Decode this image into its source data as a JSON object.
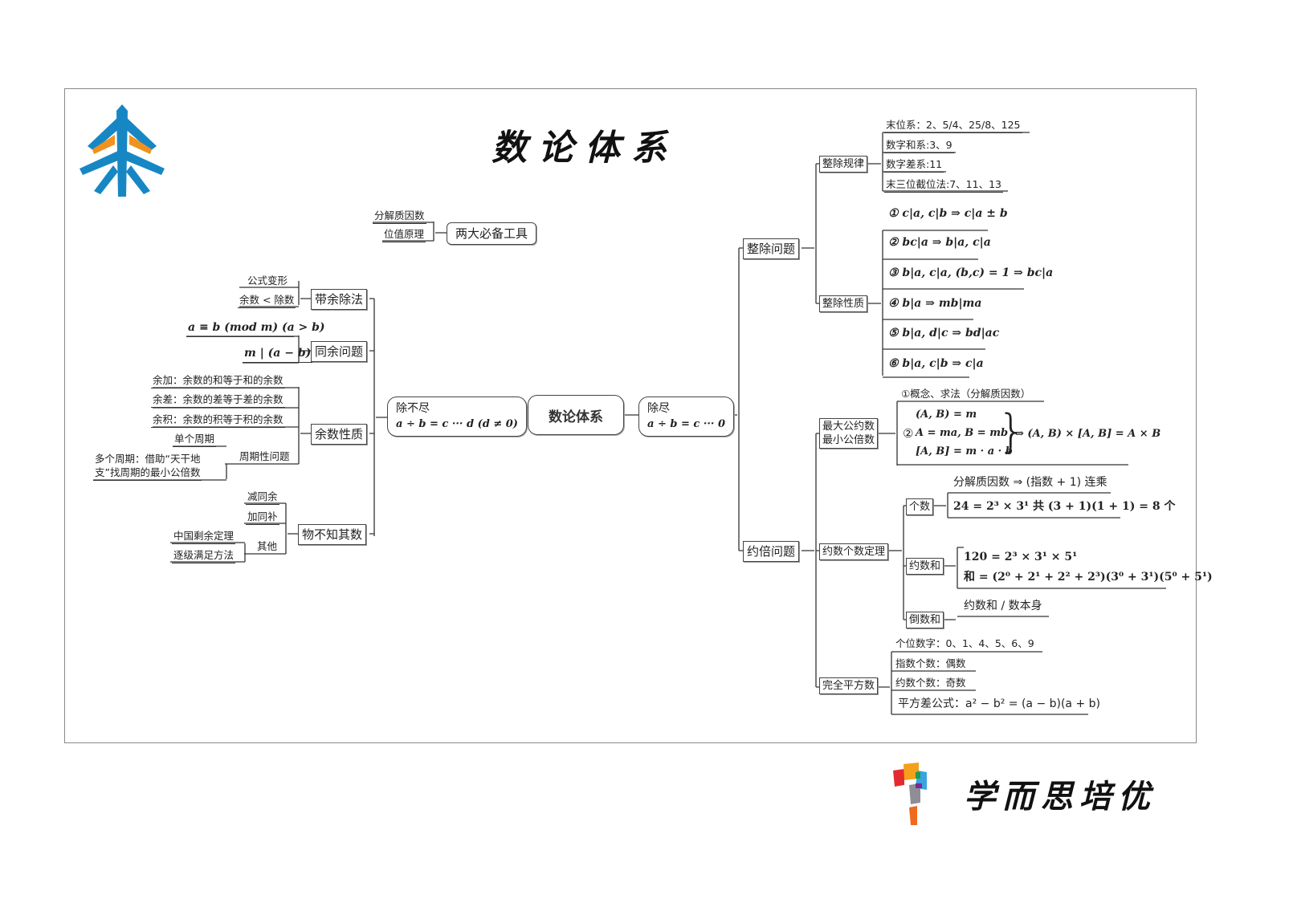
{
  "title": "数论体系",
  "brand_name": "学而思培优",
  "colors": {
    "logo_blue": "#1787C4",
    "logo_orange": "#F0921E",
    "frame": "#888888"
  },
  "center": {
    "label": "数论体系"
  },
  "tools": {
    "label": "两大必备工具",
    "children": [
      "分解质因数",
      "位值原理"
    ]
  },
  "left_branch": {
    "label": "除不尽",
    "formula": "a ÷ b = c ··· d (d ≠ 0)",
    "topics": [
      {
        "label": "带余除法",
        "children": [
          "公式变形",
          "余数 < 除数"
        ]
      },
      {
        "label": "同余问题",
        "children": [
          "a ≡ b (mod m) (a > b)",
          "m | (a − b)"
        ]
      },
      {
        "label": "余数性质",
        "children": [
          "余加：余数的和等于和的余数",
          "余差：余数的差等于差的余数",
          "余积：余数的积等于积的余数"
        ],
        "period": {
          "label": "周期性问题",
          "children": [
            "单个周期",
            "多个周期：借助“天干地",
            "支”找周期的最小公倍数"
          ]
        }
      },
      {
        "label": "物不知其数",
        "children": [
          "减同余",
          "加同补"
        ],
        "other": {
          "label": "其他",
          "children": [
            "中国剩余定理",
            "逐级满足方法"
          ]
        }
      }
    ]
  },
  "right_branch": {
    "label": "除尽",
    "formula": "a ÷ b = c ··· 0",
    "divisibility": {
      "label": "整除问题",
      "rules": {
        "label": "整除规律",
        "children": [
          "末位系：2、5/4、25/8、125",
          "数字和系:3、9",
          "数字差系:11",
          "末三位截位法:7、11、13"
        ]
      },
      "properties": {
        "label": "整除性质",
        "children": [
          "① c|a, c|b ⇒ c|a ± b",
          "② bc|a ⇒ b|a, c|a",
          "③ b|a, c|a, (b,c) = 1 ⇒ bc|a",
          "④ b|a ⇒ mb|ma",
          "⑤ b|a, d|c ⇒ bd|ac",
          "⑥ b|a, c|b ⇒ c|a"
        ]
      }
    },
    "multiples": {
      "label": "约倍问题",
      "gcd_lcm": {
        "label_1": "最大公约数",
        "label_2": "最小公倍数",
        "concept": "①概念、求法（分解质因数）",
        "eq_num": "②",
        "eqs": [
          "(A, B) = m",
          "A = ma, B = mb",
          "[A, B] = m · a · b"
        ],
        "result": "⇒ (A, B) × [A, B] = A × B"
      },
      "divisor_theorem": {
        "label": "约数个数定理",
        "count": {
          "label": "个数",
          "rule": "分解质因数 ⇒ (指数 + 1) 连乘",
          "example": "24 = 2³ × 3¹ 共 (3 + 1)(1 + 1) = 8 个"
        },
        "sum": {
          "label": "约数和",
          "line1": "120 = 2³ × 3¹ × 5¹",
          "line2": "和 = (2⁰ + 2¹ + 2² + 2³)(3⁰ + 3¹)(5⁰ + 5¹)"
        },
        "reciprocal": {
          "label": "倒数和",
          "rule": "约数和 / 数本身"
        }
      },
      "perfect_square": {
        "label": "完全平方数",
        "children": [
          "个位数字：0、1、4、5、6、9",
          "指数个数：偶数",
          "约数个数：奇数",
          "平方差公式：a² − b² = (a − b)(a + b)"
        ]
      }
    }
  }
}
